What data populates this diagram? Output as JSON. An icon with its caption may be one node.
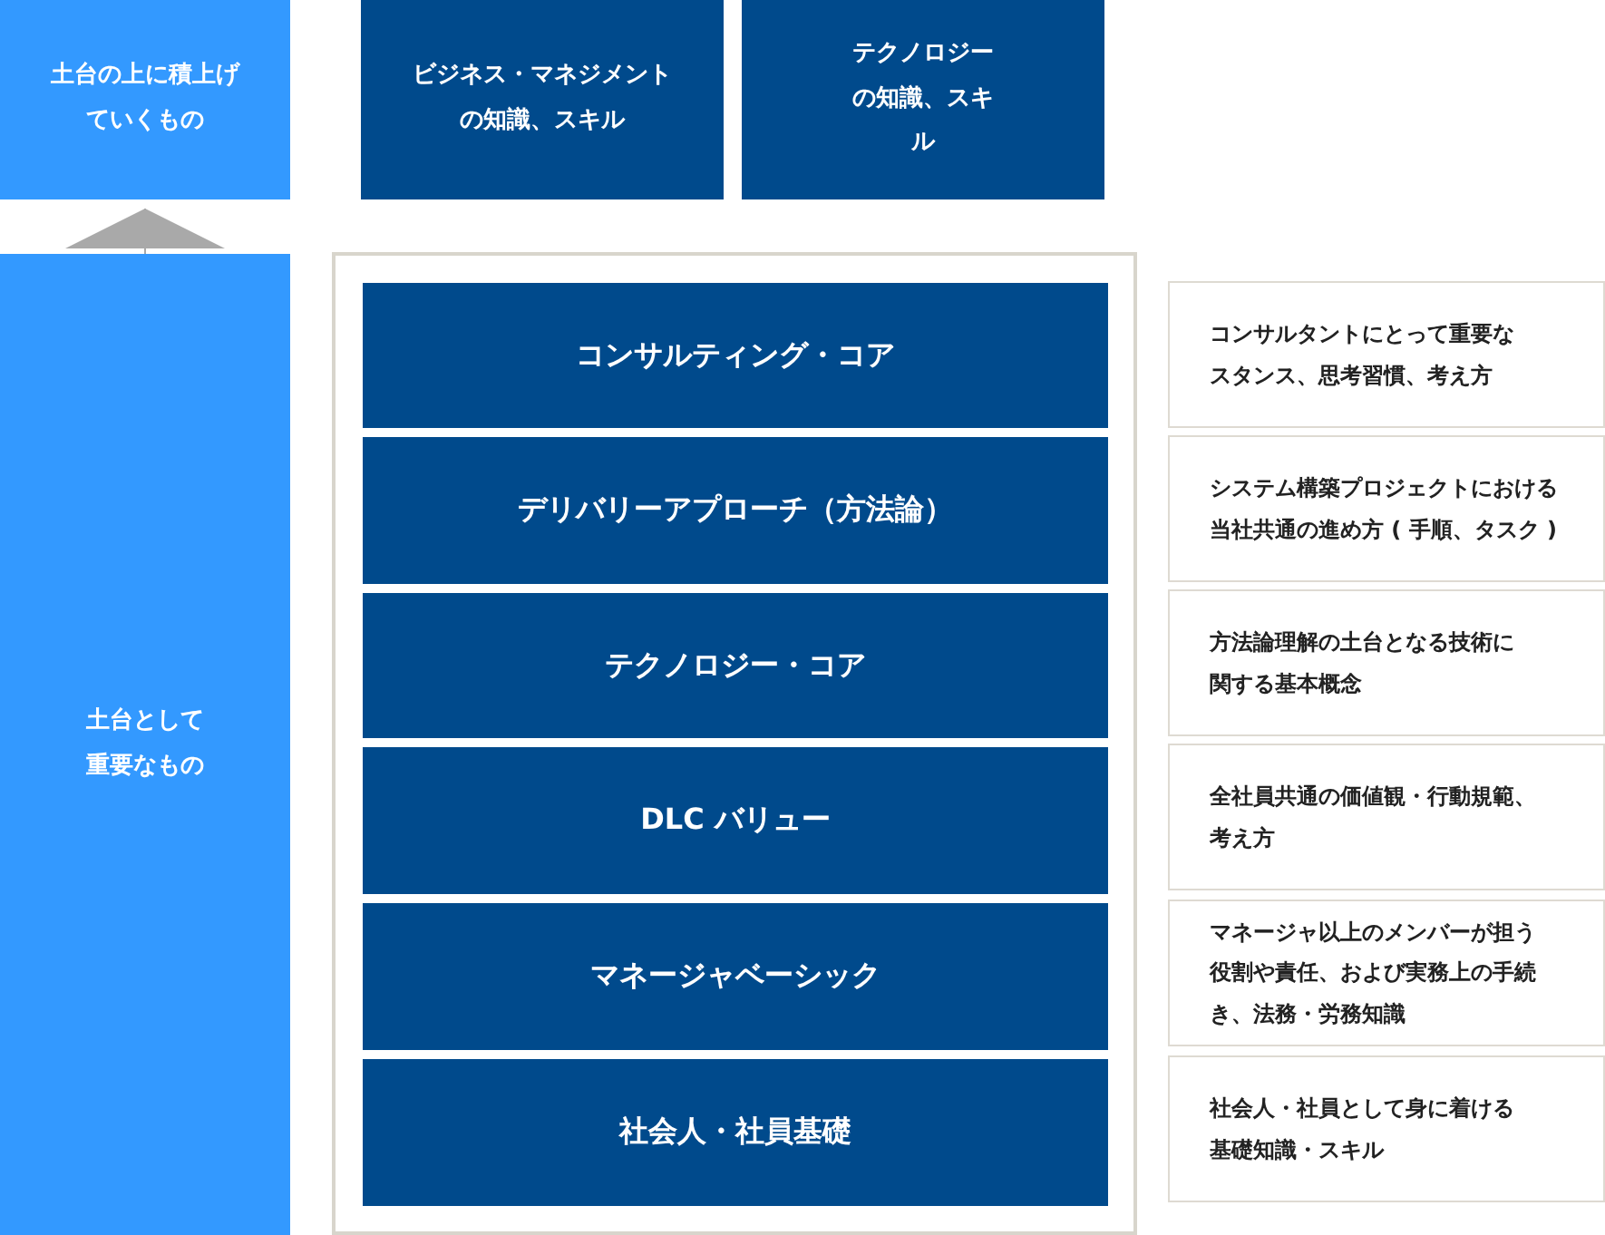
{
  "diagram": {
    "nodes": [
      {
        "text": [
          "土台の上に積上げていくもの"
        ]
      },
      {
        "text": [
          "ビジネス・マネジメントの知識、スキル"
        ]
      },
      {
        "text": [
          "テクノロジーの知識、スキル"
        ]
      },
      {
        "text": [
          "土台として重要なもの"
        ]
      },
      {
        "text": [],
        "shape": "box"
      },
      {
        "text": [
          "コンサルティング・コア"
        ],
        "in": 4
      },
      {
        "text": [
          "デリバリーアプローチ（方法論）"
        ],
        "in": 4
      },
      {
        "text": [
          "テクノロジー・コア"
        ],
        "in": 4
      },
      {
        "text": [
          "DLC バリュー"
        ],
        "in": 4
      },
      {
        "text": [
          "マネージャベーシック"
        ],
        "in": 4
      },
      {
        "text": [
          "社会人・社員基礎"
        ],
        "in": 4
      },
      {
        "text": [
          "コンサルタントにとって重要なスタンス、思考習慣、考え方"
        ]
      },
      {
        "text": [
          "システム構築プロジェクトにおける当社共通の進め方 ( 手順、タスク )"
        ]
      },
      {
        "text": [
          "方法論理解の土台となる技術に関する基本概念"
        ]
      },
      {
        "text": [
          "全社員共通の価値観・行動規範、考え方"
        ]
      },
      {
        "text": [
          "マネージャ以上のメンバーが担う役割や責任、および実務上の手続き、法務・労務知識"
        ]
      },
      {
        "text": [
          "社会人・社員として身に着ける基礎知識・スキル"
        ]
      }
    ],
    "edges": [
      {
        "from": 3,
        "to": 0,
        "arrow": "to"
      }
    ]
  }
}
